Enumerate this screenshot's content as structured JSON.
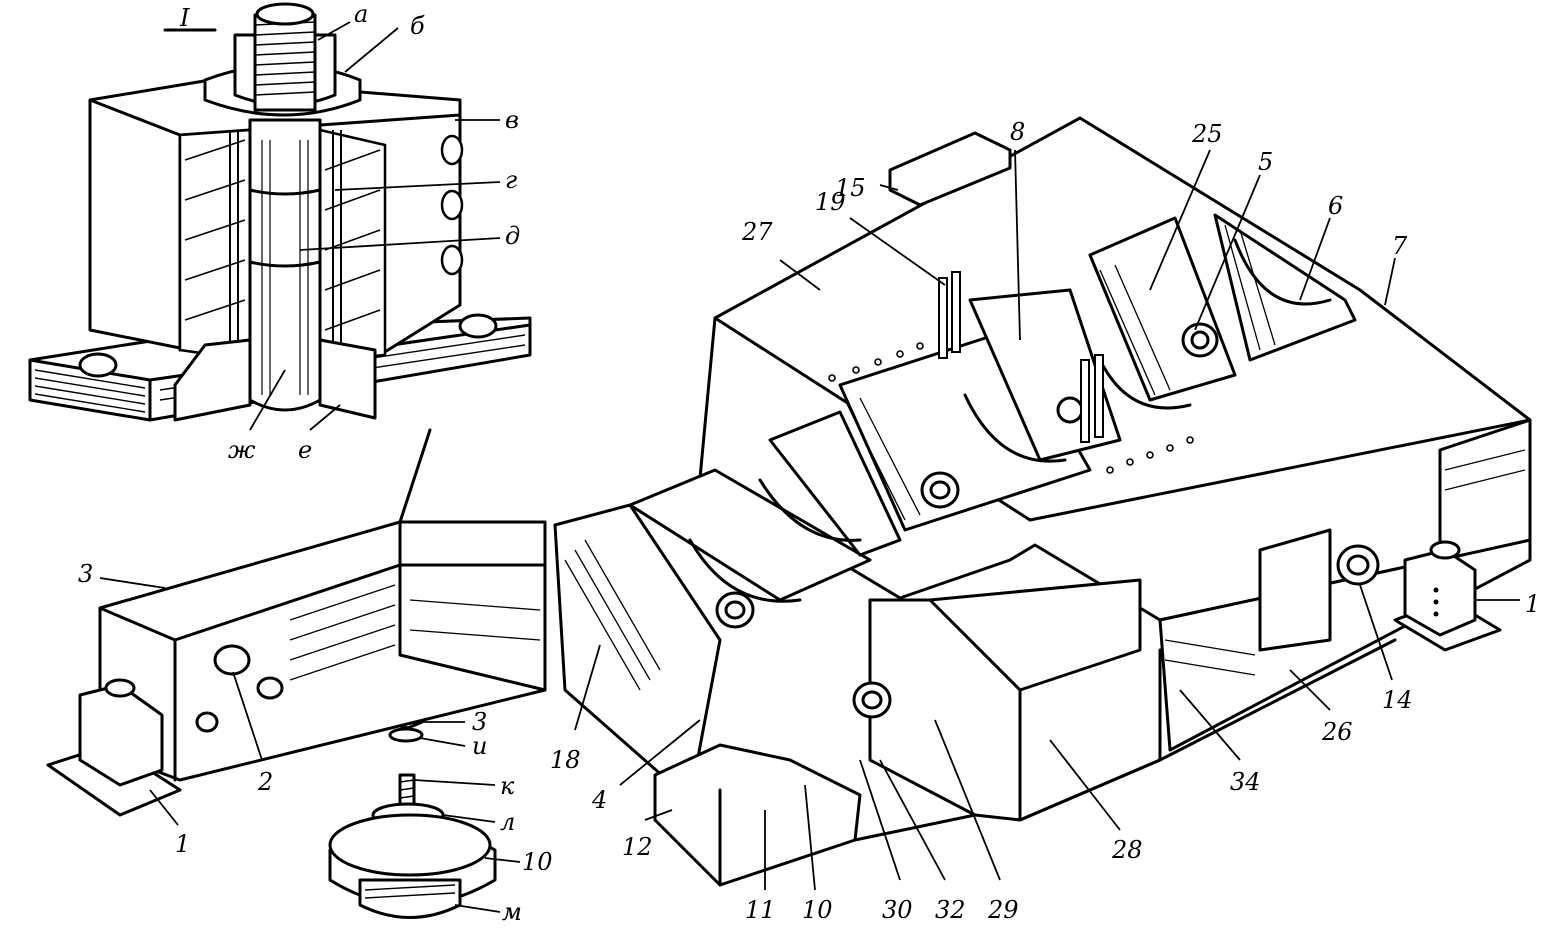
{
  "inset_label": "I",
  "inset_letters": [
    "а",
    "б",
    "в",
    "г",
    "д",
    "ж",
    "е"
  ],
  "mount_letters": [
    "3",
    "и",
    "к",
    "л",
    "10",
    "м"
  ],
  "part_numbers": [
    "3",
    "2",
    "1",
    "18",
    "4",
    "12",
    "11",
    "10",
    "30",
    "32",
    "29",
    "28",
    "34",
    "26",
    "14",
    "1",
    "27",
    "19",
    "15",
    "8",
    "25",
    "5",
    "6",
    "7"
  ]
}
